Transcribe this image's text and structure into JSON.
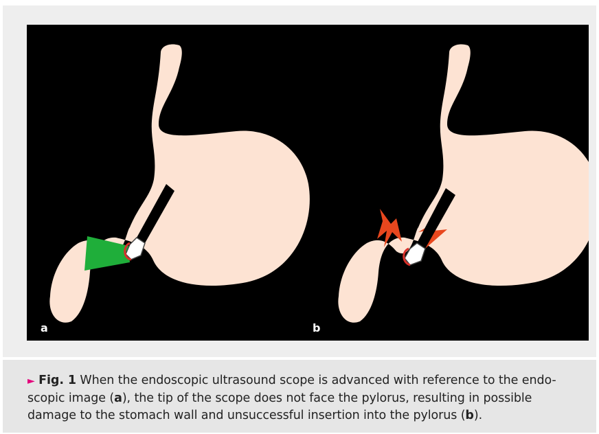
{
  "figure": {
    "panels": [
      {
        "letter": "a"
      },
      {
        "letter": "b"
      }
    ]
  },
  "caption": {
    "arrow": "►",
    "label": "Fig. 1",
    "text_1": "When the endoscopic ultrasound scope is advanced with reference to the endo-scopic image (",
    "ref_a": "a",
    "text_2": "), the tip of the scope does not face the pylorus, resulting in possible damage to the stomach wall and unsuccessful insertion into the pylorus (",
    "ref_b": "b",
    "text_3": ")."
  },
  "colors": {
    "background": "#000000",
    "stomach": "#fde3d3",
    "ultrasound_beam": "#1fae3a",
    "damage_flash": "#e8471e",
    "scope": "#000000",
    "scope_tip_edge": "#d9302a",
    "label_arrow": "#e3007b"
  }
}
